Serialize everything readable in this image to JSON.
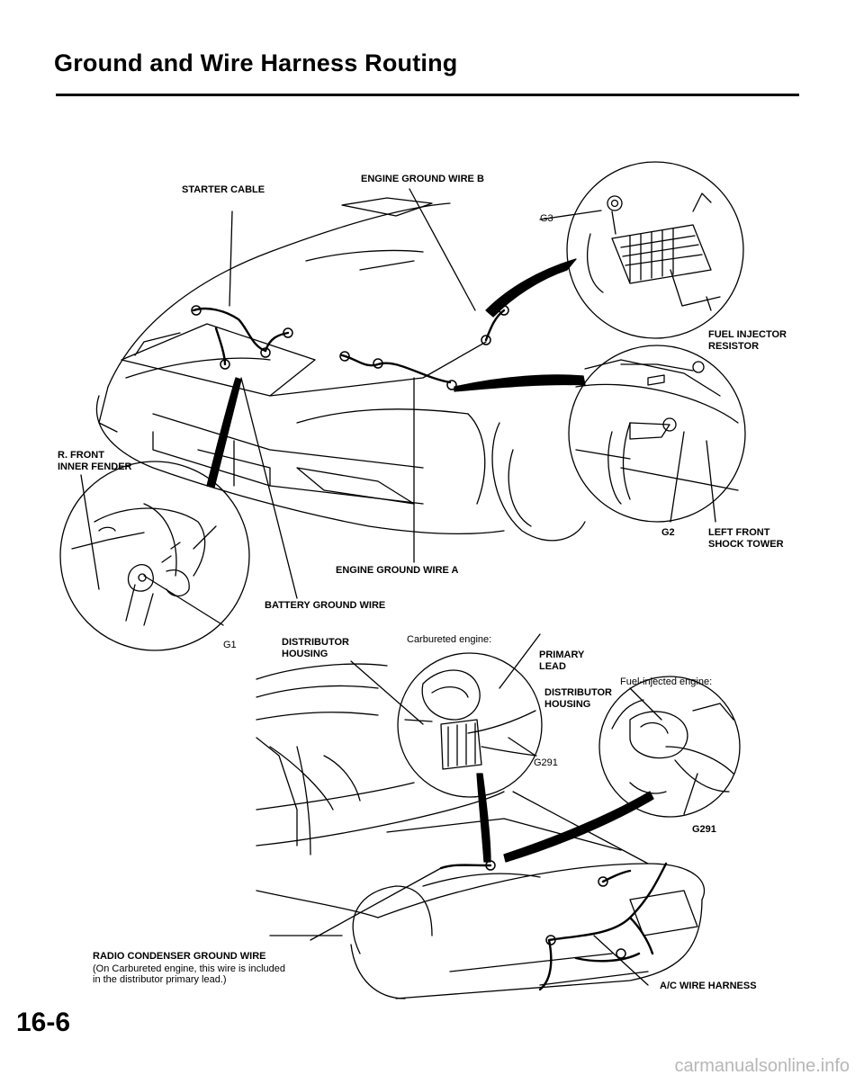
{
  "page": {
    "title": "Ground and Wire Harness Routing",
    "page_number": "16-6",
    "watermark": "carmanualsonline.info"
  },
  "labels": {
    "starter_cable": "STARTER CABLE",
    "engine_ground_wire_b": "ENGINE GROUND WIRE B",
    "g3": "G3",
    "fuel_injector_resistor_1": "FUEL INJECTOR",
    "fuel_injector_resistor_2": "RESISTOR",
    "r_front_inner_fender_1": "R. FRONT",
    "r_front_inner_fender_2": "INNER FENDER",
    "g2": "G2",
    "left_front_shock_tower_1": "LEFT FRONT",
    "left_front_shock_tower_2": "SHOCK TOWER",
    "engine_ground_wire_a": "ENGINE GROUND WIRE A",
    "battery_ground_wire": "BATTERY GROUND WIRE",
    "g1": "G1",
    "distributor_housing_1": "DISTRIBUTOR",
    "distributor_housing_2": "HOUSING",
    "carbureted_engine": "Carbureted engine:",
    "primary_lead_1": "PRIMARY",
    "primary_lead_2": "LEAD",
    "fuel_injected_engine": "Fuel-injected engine:",
    "distributor_housing_fi_1": "DISTRIBUTOR",
    "distributor_housing_fi_2": "HOUSING",
    "g291_carb": "G291",
    "g291_fi": "G291",
    "radio_condenser_ground_wire": "RADIO CONDENSER GROUND WIRE",
    "radio_condenser_note_1": "(On Carbureted engine, this wire is included",
    "radio_condenser_note_2": "in the distributor primary lead.)",
    "ac_wire_harness": "A/C WIRE HARNESS"
  }
}
